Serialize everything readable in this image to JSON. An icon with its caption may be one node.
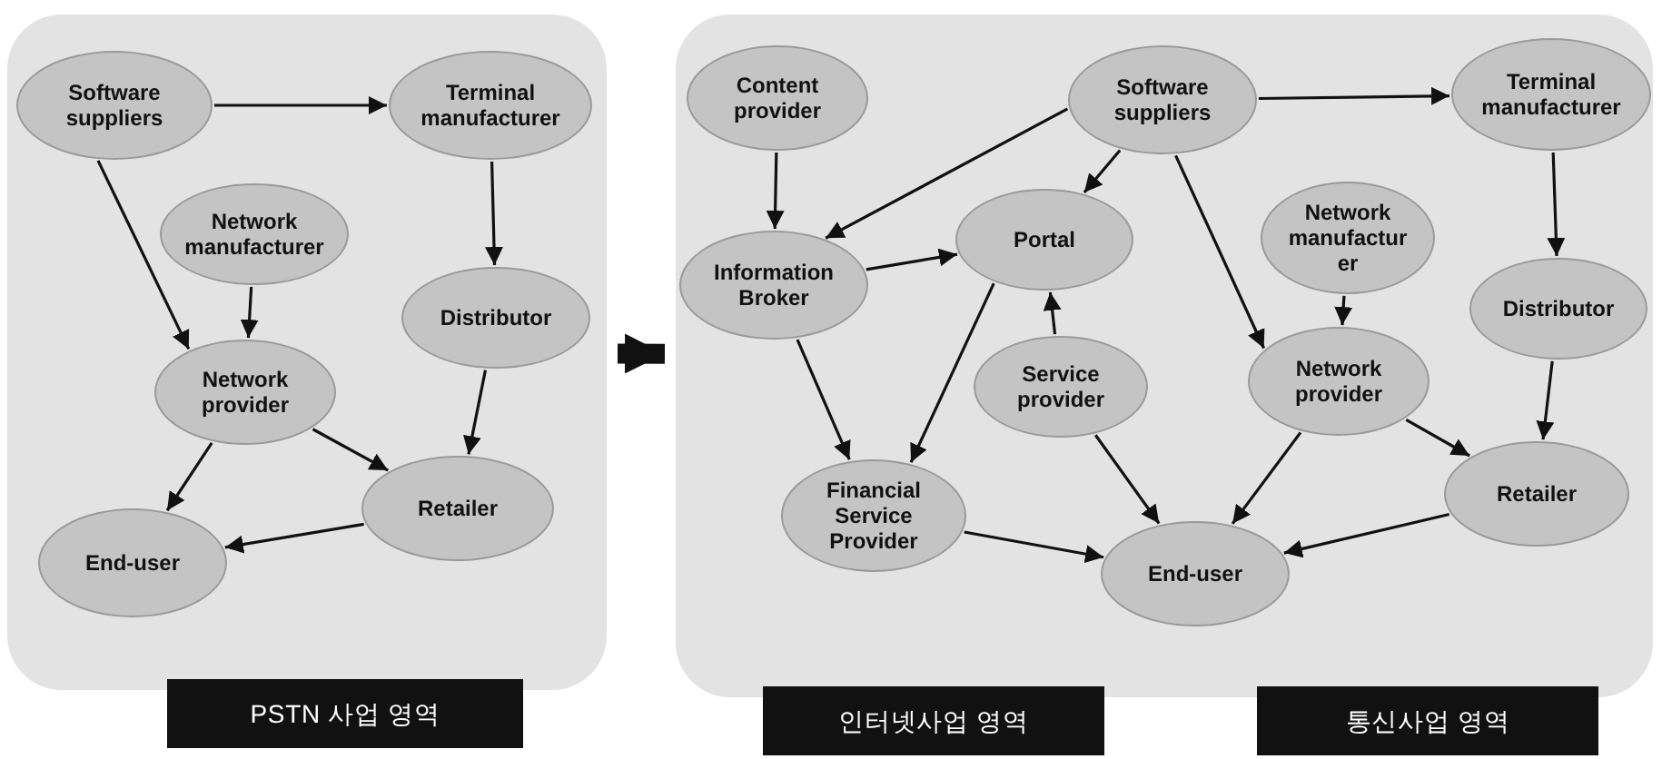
{
  "diagram": {
    "nodes": [
      {
        "text": [
          "PSTN 사업 영역"
        ]
      },
      {
        "text": [
          "Software suppliers"
        ],
        "in": 0
      },
      {
        "text": [
          "Terminal manufacturer"
        ],
        "in": 0
      },
      {
        "text": [
          "Network manufacturer"
        ],
        "in": 0
      },
      {
        "text": [
          "Distributor"
        ],
        "in": 0
      },
      {
        "text": [
          "Network provider"
        ],
        "in": 0
      },
      {
        "text": [
          "Retailer"
        ],
        "in": 0
      },
      {
        "text": [
          "End-user"
        ],
        "in": 0
      },
      {
        "text": [
          "인터넷사업 영역",
          "통신사업 영역"
        ]
      },
      {
        "text": [
          "Content provider"
        ],
        "in": 8
      },
      {
        "text": [
          "Information Broker"
        ],
        "in": 8
      },
      {
        "text": [
          "Portal"
        ],
        "in": 8
      },
      {
        "text": [
          "Service provider"
        ],
        "in": 8
      },
      {
        "text": [
          "Financial Service Provider"
        ],
        "in": 8
      },
      {
        "text": [
          "Software suppliers"
        ],
        "in": 8
      },
      {
        "text": [
          "End-user"
        ],
        "in": 8
      },
      {
        "text": [
          "Terminal manufacturer"
        ],
        "in": 8
      },
      {
        "text": [
          "Network manufactur er"
        ],
        "in": 8
      },
      {
        "text": [
          "Distributor"
        ],
        "in": 8
      },
      {
        "text": [
          "Network provider"
        ],
        "in": 8
      },
      {
        "text": [
          "Retailer"
        ],
        "in": 8
      }
    ],
    "edges": [
      {
        "from": 1,
        "to": 2,
        "arrow": "to"
      },
      {
        "from": 1,
        "to": 5,
        "arrow": "to"
      },
      {
        "from": 3,
        "to": 5,
        "arrow": "to"
      },
      {
        "from": 2,
        "to": 4,
        "arrow": "to"
      },
      {
        "from": 4,
        "to": 6,
        "arrow": "to"
      },
      {
        "from": 5,
        "to": 6,
        "arrow": "to"
      },
      {
        "from": 5,
        "to": 7,
        "arrow": "to"
      },
      {
        "from": 6,
        "to": 7,
        "arrow": "to"
      },
      {
        "from": 0,
        "to": 8,
        "arrow": "to",
        "style": "thick"
      },
      {
        "from": 9,
        "to": 10,
        "arrow": "to"
      },
      {
        "from": 14,
        "to": 10,
        "arrow": "to"
      },
      {
        "from": 14,
        "to": 11,
        "arrow": "to"
      },
      {
        "from": 10,
        "to": 11,
        "arrow": "to"
      },
      {
        "from": 10,
        "to": 13,
        "arrow": "to"
      },
      {
        "from": 11,
        "to": 13,
        "arrow": "to"
      },
      {
        "from": 12,
        "to": 11,
        "arrow": "to"
      },
      {
        "from": 12,
        "to": 15,
        "arrow": "to"
      },
      {
        "from": 13,
        "to": 15,
        "arrow": "to"
      },
      {
        "from": 14,
        "to": 16,
        "arrow": "to"
      },
      {
        "from": 14,
        "to": 19,
        "arrow": "to"
      },
      {
        "from": 17,
        "to": 19,
        "arrow": "to"
      },
      {
        "from": 16,
        "to": 18,
        "arrow": "to"
      },
      {
        "from": 18,
        "to": 20,
        "arrow": "to"
      },
      {
        "from": 19,
        "to": 20,
        "arrow": "to"
      },
      {
        "from": 19,
        "to": 15,
        "arrow": "to"
      },
      {
        "from": 20,
        "to": 15,
        "arrow": "to"
      }
    ]
  }
}
